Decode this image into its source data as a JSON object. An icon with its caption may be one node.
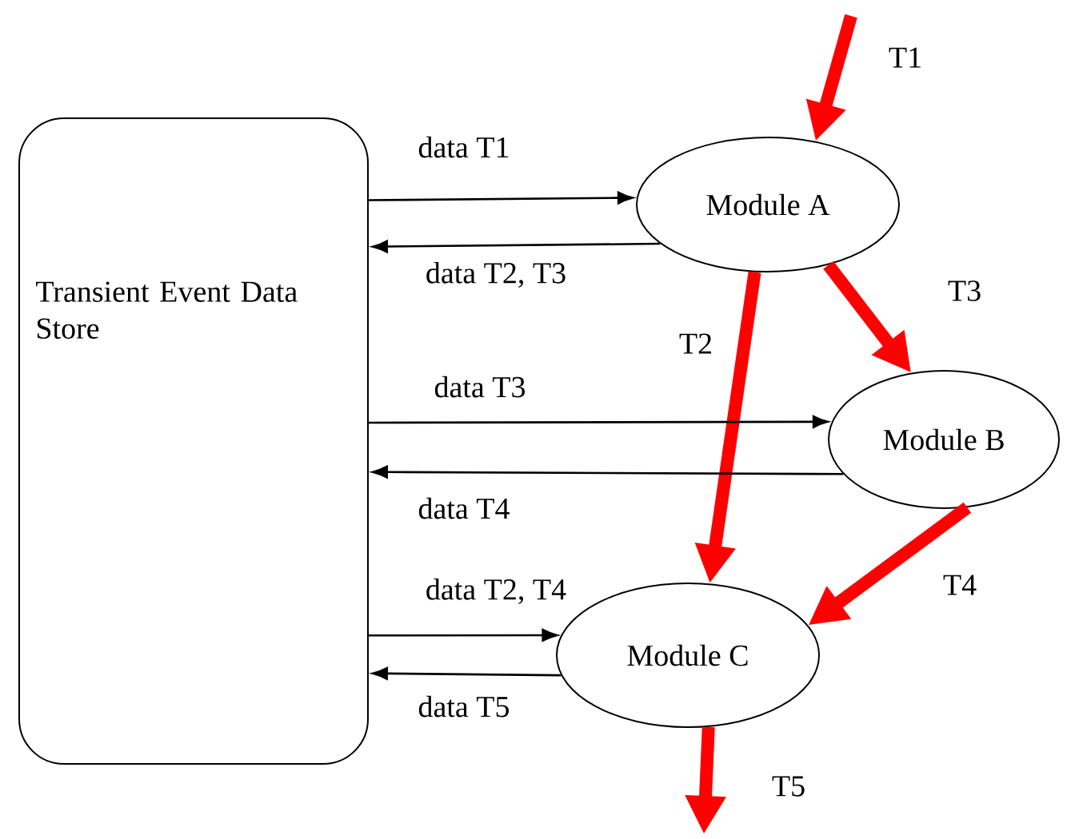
{
  "diagram": {
    "nodes": [
      {
        "text": [
          "Transient Event Data Store"
        ]
      },
      {
        "text": [
          "Module A"
        ]
      },
      {
        "text": [
          "Module B"
        ]
      },
      {
        "text": [
          "Module C"
        ]
      }
    ],
    "edges": [
      {
        "from": null,
        "to": 1,
        "arrow": "to",
        "label": "T1",
        "style": "thick",
        "color": "#ff0000"
      },
      {
        "from": 0,
        "to": 1,
        "arrow": "to",
        "label": "data T1"
      },
      {
        "from": 1,
        "to": 0,
        "arrow": "to",
        "label": "data T2, T3"
      },
      {
        "from": 1,
        "to": 3,
        "arrow": "to",
        "label": "T2",
        "style": "thick",
        "color": "#ff0000"
      },
      {
        "from": 1,
        "to": 2,
        "arrow": "to",
        "label": "T3",
        "style": "thick",
        "color": "#ff0000"
      },
      {
        "from": 0,
        "to": 2,
        "arrow": "to",
        "label": "data T3"
      },
      {
        "from": 2,
        "to": 0,
        "arrow": "to",
        "label": "data T4"
      },
      {
        "from": 2,
        "to": 3,
        "arrow": "to",
        "label": "T4",
        "style": "thick",
        "color": "#ff0000"
      },
      {
        "from": 0,
        "to": 3,
        "arrow": "to",
        "label": "data T2, T4"
      },
      {
        "from": 3,
        "to": 0,
        "arrow": "to",
        "label": "data T5"
      },
      {
        "from": 3,
        "to": null,
        "arrow": "to",
        "label": "T5",
        "style": "thick",
        "color": "#ff0000"
      }
    ]
  }
}
